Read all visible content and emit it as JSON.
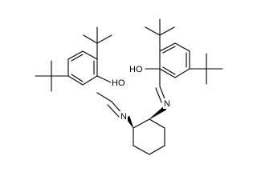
{
  "atoms": {
    "hydroxyl_left": "HO",
    "hydroxyl_right": "HO",
    "imine_n_left": "N",
    "imine_n_right": "N"
  }
}
